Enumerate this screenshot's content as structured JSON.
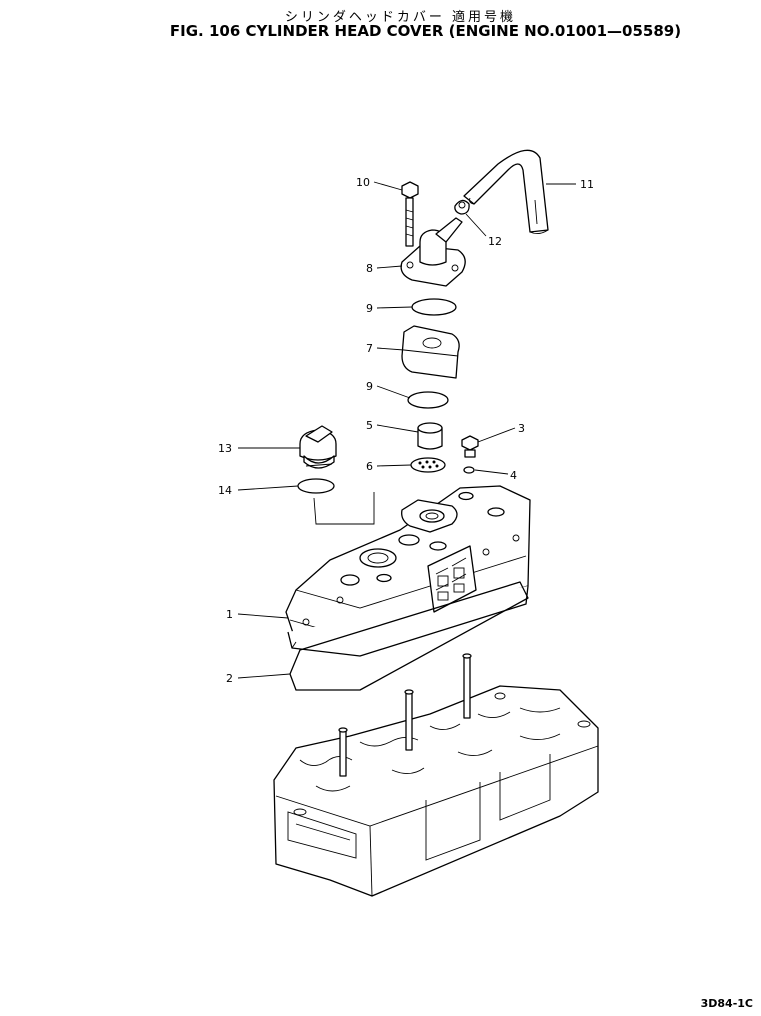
{
  "header": {
    "title_jp": "シリンダヘッドカバー 適用号機",
    "title_en": "FIG. 106 CYLINDER HEAD COVER (ENGINE NO.01001—05589)"
  },
  "footer": {
    "code": "3D84-1C"
  },
  "callouts": {
    "c1": "1",
    "c2": "2",
    "c3": "3",
    "c4": "4",
    "c5": "5",
    "c6": "6",
    "c7": "7",
    "c8": "8",
    "c9a": "9",
    "c9b": "9",
    "c10": "10",
    "c11": "11",
    "c12": "12",
    "c13": "13",
    "c14": "14"
  }
}
